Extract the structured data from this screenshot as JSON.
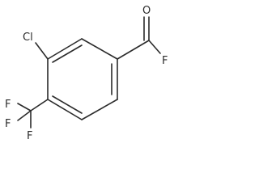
{
  "molecule": {
    "atoms": {
      "chlorine": "Cl",
      "oxygen": "O",
      "fluorine_acyl": "F",
      "fluorine_cf3_1": "F",
      "fluorine_cf3_2": "F",
      "fluorine_cf3_3": "F"
    },
    "colors": {
      "bond": "#2b2b2b",
      "label": "#2b2b2b",
      "background": "#ffffff"
    }
  }
}
